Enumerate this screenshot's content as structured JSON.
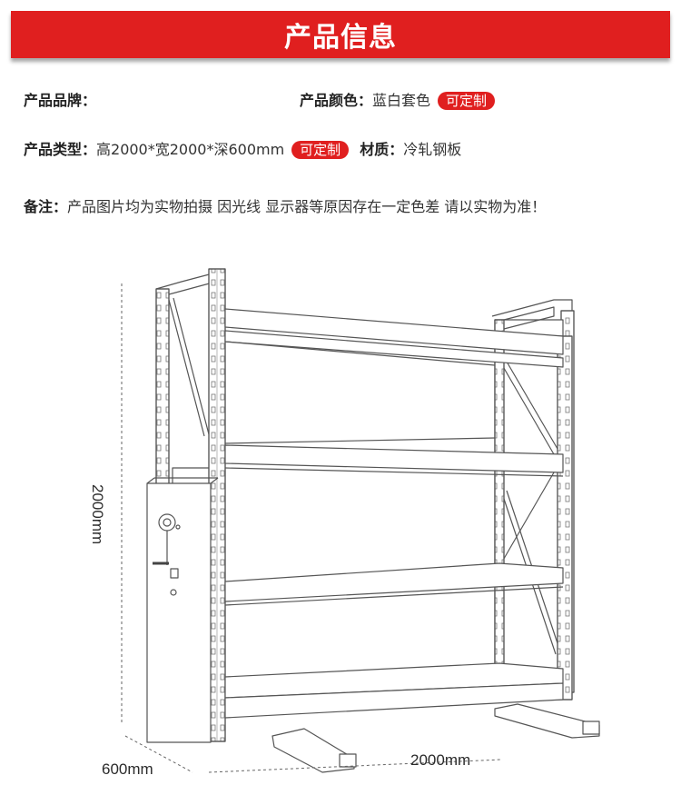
{
  "header": {
    "title": "产品信息"
  },
  "info": {
    "brand_label": "产品品牌：",
    "brand_value": "",
    "color_label": "产品颜色：",
    "color_value": "蓝白套色",
    "color_badge": "可定制",
    "type_label": "产品类型：",
    "type_value": "高2000*宽2000*深600mm",
    "type_badge": "可定制",
    "material_label": "材质：",
    "material_value": "冷轧钢板",
    "note_label": "备注：",
    "note_value": "产品图片均为实物拍摄 因光线 显示器等原因存在一定色差   请以实物为准！"
  },
  "dimensions": {
    "height": "2000mm",
    "width": "2000mm",
    "depth": "600mm"
  },
  "colors": {
    "accent": "#e01f1f"
  }
}
